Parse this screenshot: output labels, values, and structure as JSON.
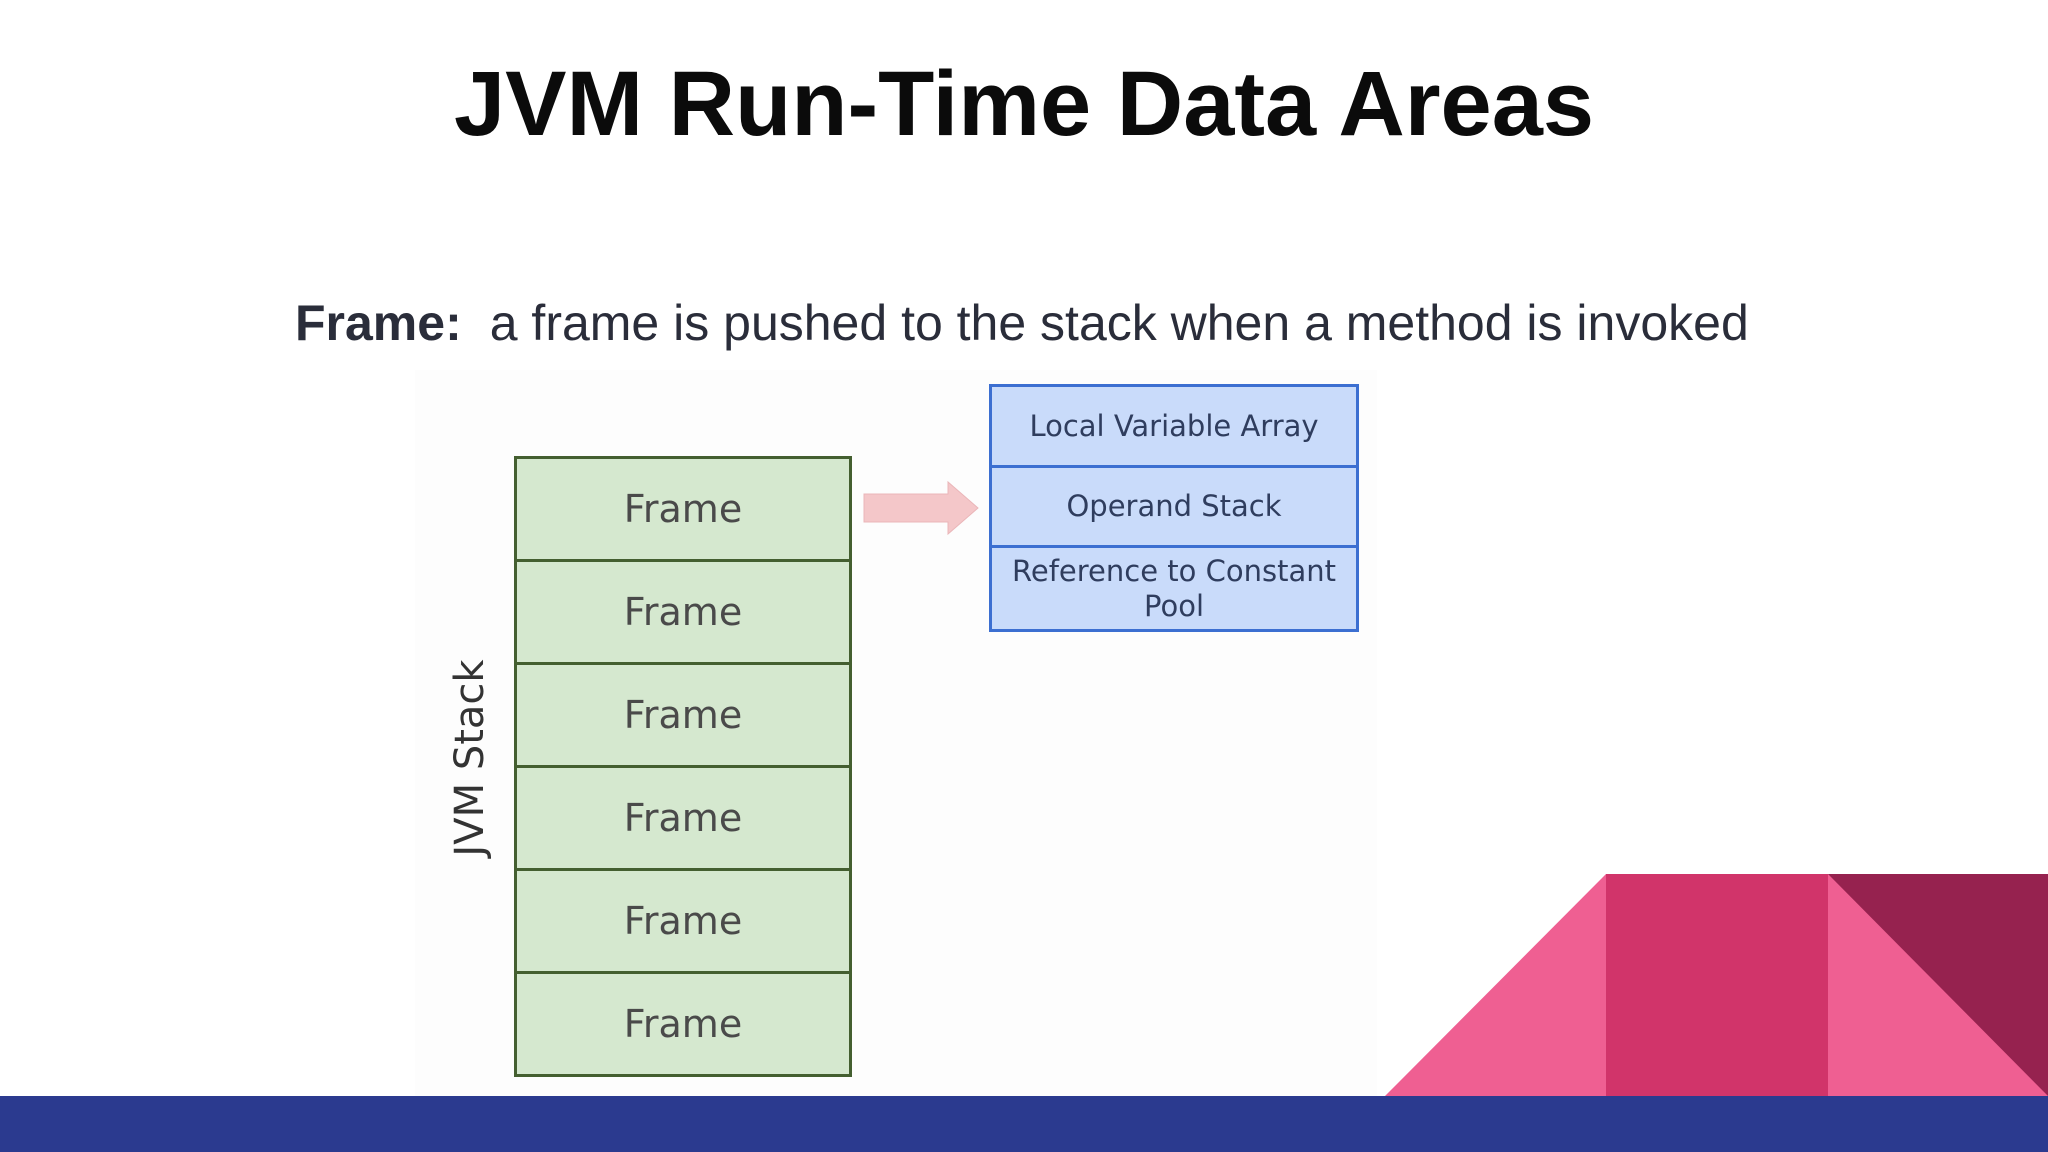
{
  "slide": {
    "title": "JVM Run-Time Data Areas",
    "subtitle": {
      "term": "Frame:",
      "text": "a frame is pushed to the stack when a method is invoked"
    }
  },
  "diagram": {
    "stack_label": "JVM Stack",
    "frames": [
      "Frame",
      "Frame",
      "Frame",
      "Frame",
      "Frame",
      "Frame"
    ],
    "frame_details": [
      "Local Variable Array",
      "Operand Stack",
      "Reference to Constant Pool"
    ]
  },
  "colors": {
    "stack_fill": "#d5e8cf",
    "stack_border": "#445f30",
    "detail_fill": "#c9dbfa",
    "detail_border": "#3c6fd1",
    "arrow": "#f4c7c9",
    "footer_bar": "#2b3a8f",
    "accent_pink": "#ef5f92",
    "accent_magenta": "#d1346a",
    "accent_dark": "#96224f"
  }
}
